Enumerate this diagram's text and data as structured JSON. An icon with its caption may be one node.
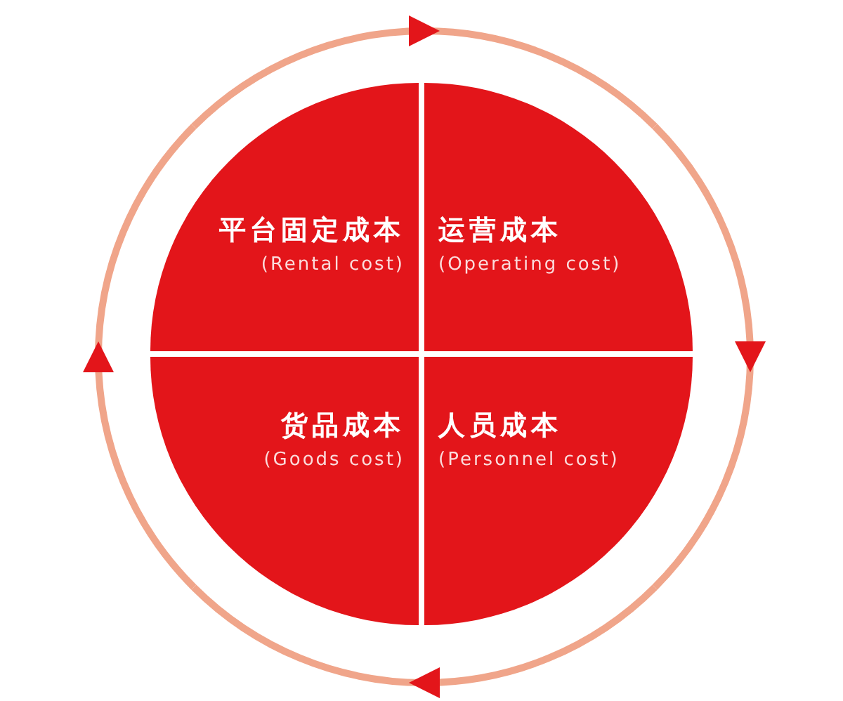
{
  "diagram": {
    "nodes": [
      {
        "text": [
          "平台固定成本",
          "(Rental cost)"
        ]
      },
      {
        "text": [
          "运营成本",
          "(Operating cost)"
        ]
      },
      {
        "text": [
          "货品成本",
          "(Goods cost)"
        ]
      },
      {
        "text": [
          "人员成本",
          "(Personnel cost)"
        ]
      }
    ]
  }
}
